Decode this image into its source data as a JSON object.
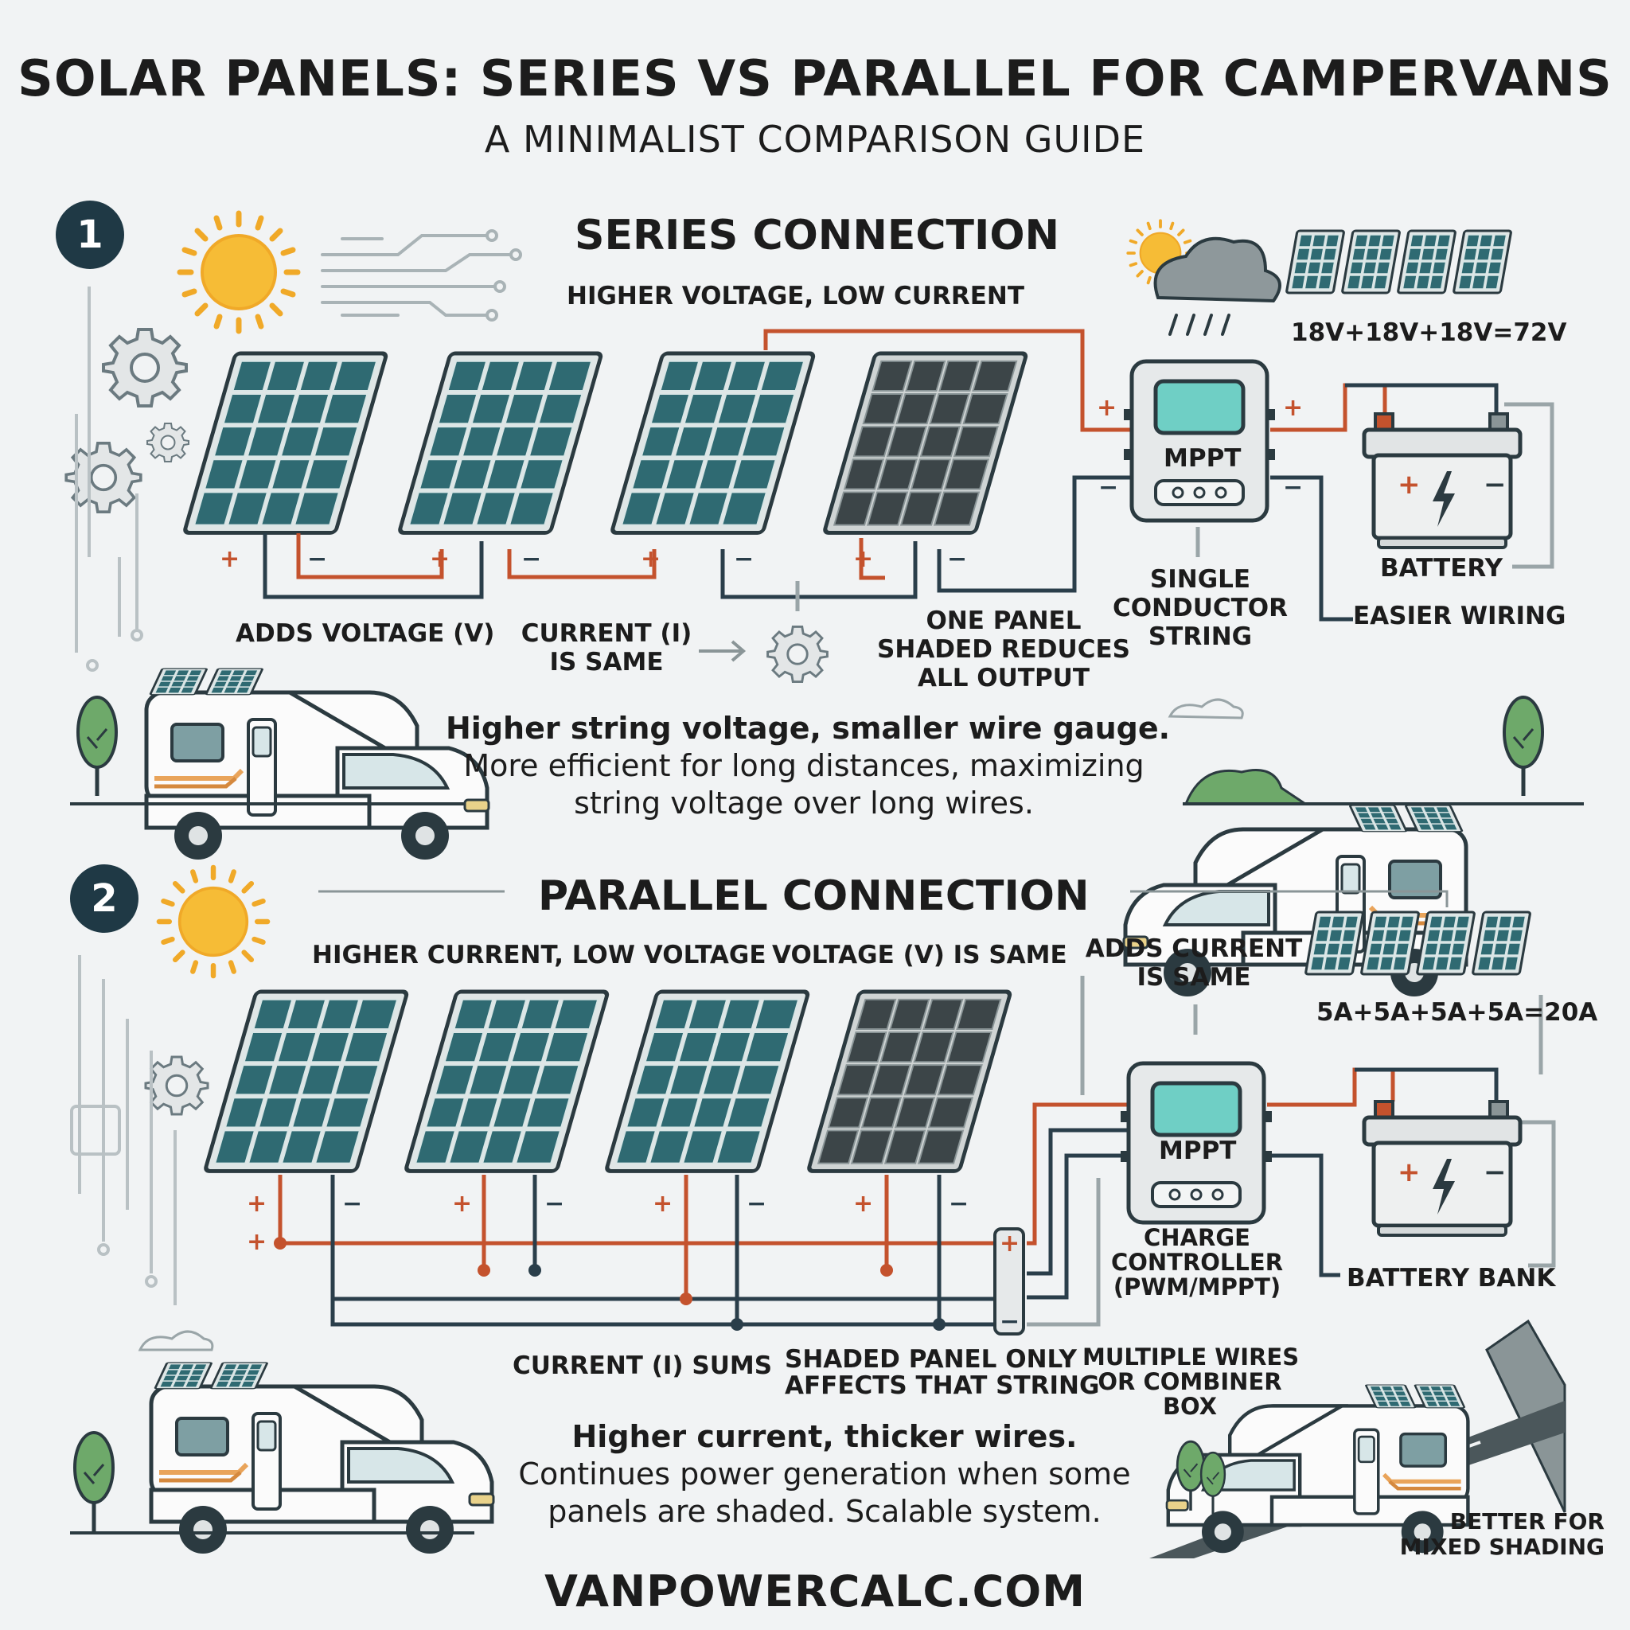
{
  "header": {
    "title": "SOLAR PANELS: SERIES VS PARALLEL FOR CAMPERVANS",
    "subtitle": "A MINIMALIST COMPARISON GUIDE"
  },
  "series": {
    "number": "1",
    "title": "SERIES CONNECTION",
    "tagline": "HIGHER VOLTAGE, LOW CURRENT",
    "equation": "18V+18V+18V=72V",
    "controller": "MPPT",
    "adds_voltage": "ADDS VOLTAGE (V)",
    "current_same": [
      "CURRENT (I)",
      "IS SAME"
    ],
    "shaded": [
      "ONE PANEL",
      "SHADED REDUCES",
      "ALL OUTPUT"
    ],
    "single_conductor": [
      "SINGLE",
      "CONDUCTOR",
      "STRING"
    ],
    "battery": "BATTERY",
    "easier_wiring": "EASIER WIRING",
    "description_bold": "Higher string voltage, smaller wire gauge.",
    "description": [
      "More efficient for long distances, maximizing",
      "string voltage over long wires."
    ]
  },
  "parallel": {
    "number": "2",
    "title": "PARALLEL CONNECTION",
    "tagline": "HIGHER CURRENT, LOW VOLTAGE",
    "voltage_same": "VOLTAGE (V) IS SAME",
    "adds_current": [
      "ADDS CURRENT",
      "IS SAME"
    ],
    "equation": "5A+5A+5A+5A=20A",
    "controller": "MPPT",
    "charge_controller": [
      "CHARGE",
      "CONTROLLER",
      "(PWM/MPPT)"
    ],
    "battery_bank": "BATTERY BANK",
    "current_sums": "CURRENT (I) SUMS",
    "shaded": [
      "SHADED PANEL ONLY",
      "AFFECTS THAT STRING"
    ],
    "multiple_wires": [
      "MULTIPLE WIRES",
      "OR COMBINER",
      "BOX"
    ],
    "better_shading": [
      "BETTER FOR",
      "MIXED SHADING"
    ],
    "description_bold": "Higher current, thicker wires.",
    "description": [
      "Continues power generation when some",
      "panels are shaded. Scalable system."
    ]
  },
  "footer": {
    "website": "VANPOWERCALC.COM"
  },
  "colors": {
    "positive": "#c4522d",
    "negative": "#2a3e4a",
    "panel": "#2f6a72",
    "panel_shaded": "#3c4548",
    "sun": "#f5b62d",
    "screen": "#6fcfc5"
  }
}
